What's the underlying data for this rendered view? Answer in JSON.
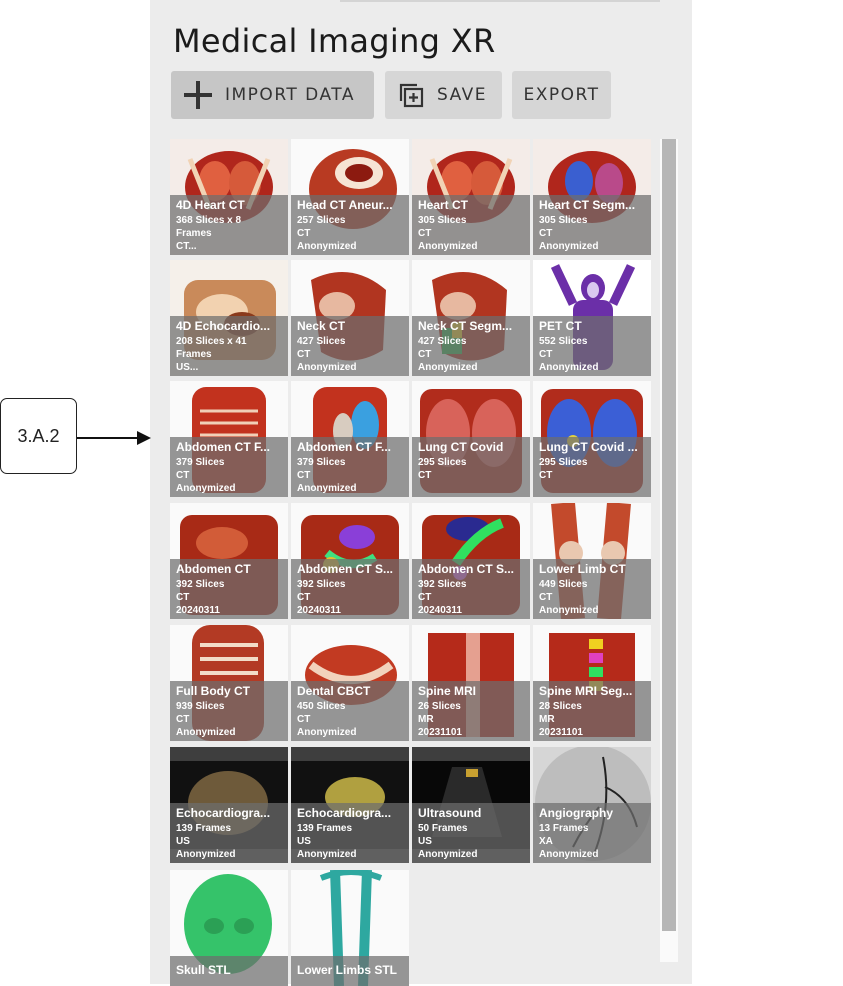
{
  "app": {
    "title": "Medical Imaging XR"
  },
  "toolbar": {
    "import_label": "IMPORT DATA",
    "import_icon": "plus-icon",
    "save_label": "SAVE",
    "save_icon": "add-copy-icon",
    "export_label": "EXPORT"
  },
  "callout": {
    "label": "3.A.2"
  },
  "colors": {
    "panel_bg": "#ececec",
    "button_bg": "#d6d6d6",
    "overlay": "#6e6e6e",
    "scrollbar": "#b6b6b6"
  },
  "datasets": [
    {
      "title": "4D Heart CT",
      "lines": [
        "368 Slices x 8",
        "Frames",
        "CT..."
      ],
      "thumb": "heart"
    },
    {
      "title": "Head CT Aneur...",
      "lines": [
        "257 Slices",
        "CT",
        "Anonymized"
      ],
      "thumb": "skull"
    },
    {
      "title": "Heart CT",
      "lines": [
        "305 Slices",
        "CT",
        "Anonymized"
      ],
      "thumb": "heart"
    },
    {
      "title": "Heart CT Segm...",
      "lines": [
        "305 Slices",
        "CT",
        "Anonymized"
      ],
      "thumb": "heart-seg"
    },
    {
      "title": "4D Echocardio...",
      "lines": [
        "208 Slices x 41",
        "Frames",
        "US..."
      ],
      "thumb": "echo3d"
    },
    {
      "title": "Neck CT",
      "lines": [
        "427 Slices",
        "CT",
        "Anonymized"
      ],
      "thumb": "neck"
    },
    {
      "title": "Neck CT Segm...",
      "lines": [
        "427 Slices",
        "CT",
        "Anonymized"
      ],
      "thumb": "neck-seg"
    },
    {
      "title": "PET CT",
      "lines": [
        "552 Slices",
        "CT",
        "Anonymized"
      ],
      "thumb": "pet"
    },
    {
      "title": "Abdomen CT F...",
      "lines": [
        "379 Slices",
        "CT",
        "Anonymized"
      ],
      "thumb": "torso"
    },
    {
      "title": "Abdomen CT F...",
      "lines": [
        "379 Slices",
        "CT",
        "Anonymized"
      ],
      "thumb": "torso-seg"
    },
    {
      "title": "Lung CT Covid",
      "lines": [
        "295 Slices",
        "CT"
      ],
      "thumb": "lung"
    },
    {
      "title": "Lung CT Covid ...",
      "lines": [
        "295 Slices",
        "CT"
      ],
      "thumb": "lung-seg"
    },
    {
      "title": "Abdomen CT",
      "lines": [
        "392 Slices",
        "CT",
        "20240311"
      ],
      "thumb": "abdomen"
    },
    {
      "title": "Abdomen CT S...",
      "lines": [
        "392 Slices",
        "CT",
        "20240311"
      ],
      "thumb": "abdomen-seg"
    },
    {
      "title": "Abdomen CT S...",
      "lines": [
        "392 Slices",
        "CT",
        "20240311"
      ],
      "thumb": "abdomen-seg2"
    },
    {
      "title": "Lower Limb CT",
      "lines": [
        "449 Slices",
        "CT",
        "Anonymized"
      ],
      "thumb": "legs"
    },
    {
      "title": "Full Body CT",
      "lines": [
        "939 Slices",
        "CT",
        "Anonymized"
      ],
      "thumb": "body"
    },
    {
      "title": "Dental CBCT",
      "lines": [
        "450 Slices",
        "CT",
        "Anonymized"
      ],
      "thumb": "dental"
    },
    {
      "title": "Spine MRI",
      "lines": [
        "26 Slices",
        "MR",
        "20231101"
      ],
      "thumb": "spine"
    },
    {
      "title": "Spine MRI Seg...",
      "lines": [
        "28 Slices",
        "MR",
        "20231101"
      ],
      "thumb": "spine-seg"
    },
    {
      "title": "Echocardiogra...",
      "lines": [
        "139 Frames",
        "US",
        "Anonymized"
      ],
      "thumb": "us-dark"
    },
    {
      "title": "Echocardiogra...",
      "lines": [
        "139 Frames",
        "US",
        "Anonymized"
      ],
      "thumb": "us-dark2"
    },
    {
      "title": "Ultrasound",
      "lines": [
        "50 Frames",
        "US",
        "Anonymized"
      ],
      "thumb": "us"
    },
    {
      "title": "Angiography",
      "lines": [
        "13 Frames",
        "XA",
        "Anonymized"
      ],
      "thumb": "angio"
    },
    {
      "title": "Skull STL",
      "lines": [],
      "thumb": "stl-skull"
    },
    {
      "title": "Lower Limbs STL",
      "lines": [],
      "thumb": "stl-limbs"
    }
  ]
}
